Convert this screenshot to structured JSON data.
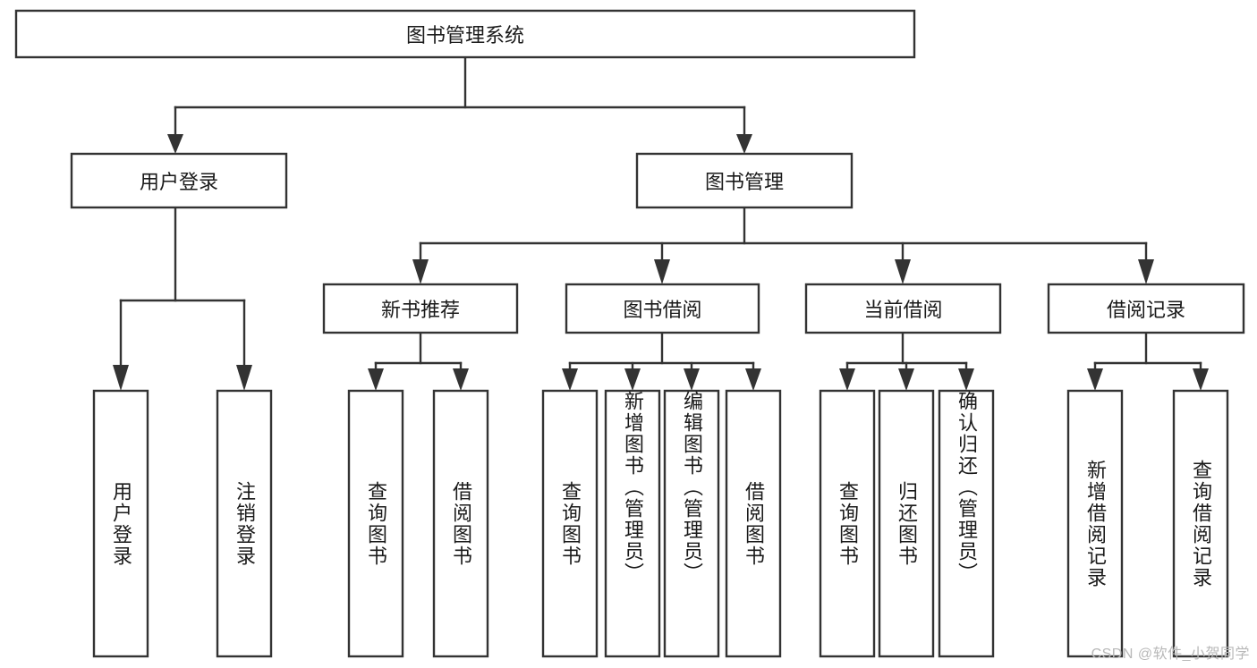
{
  "diagram": {
    "type": "tree-flowchart",
    "title": "图书管理系统",
    "watermark": "CSDN @软件_小贺同学",
    "colors": {
      "box_stroke": "#333333",
      "box_fill": "#ffffff",
      "text": "#1a1a1a",
      "background": "#ffffff",
      "watermark": "#b8b8b8"
    },
    "nodes": {
      "root": {
        "label": "图书管理系统"
      },
      "level2": [
        {
          "label": "用户登录"
        },
        {
          "label": "图书管理"
        }
      ],
      "level3": [
        {
          "label": "新书推荐"
        },
        {
          "label": "图书借阅"
        },
        {
          "label": "当前借阅"
        },
        {
          "label": "借阅记录"
        }
      ],
      "leaves_user_login": [
        {
          "label": "用户登录"
        },
        {
          "label": "注销登录"
        }
      ],
      "leaves_new_book": [
        {
          "label": "查询图书"
        },
        {
          "label": "借阅图书"
        }
      ],
      "leaves_borrow": [
        {
          "label": "查询图书"
        },
        {
          "label": "新增图书（管理员）"
        },
        {
          "label": "编辑图书（管理员）"
        },
        {
          "label": "借阅图书"
        }
      ],
      "leaves_current": [
        {
          "label": "查询图书"
        },
        {
          "label": "归还图书"
        },
        {
          "label": "确认归还（管理员）"
        }
      ],
      "leaves_records": [
        {
          "label": "新增借阅记录"
        },
        {
          "label": "查询借阅记录"
        }
      ]
    }
  }
}
